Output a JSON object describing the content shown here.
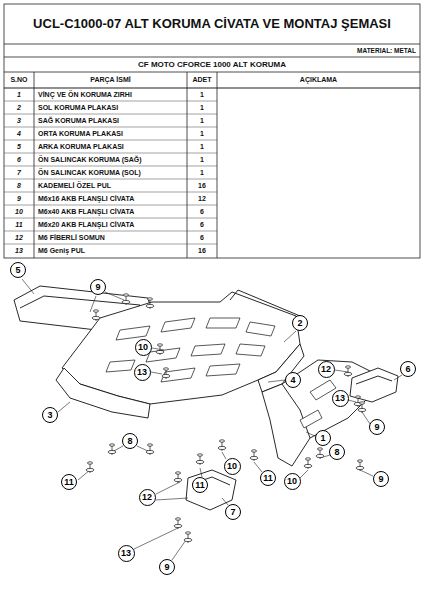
{
  "diagram": {
    "title": "UCL-C1000-07 ALT KORUMA CİVATA VE MONTAJ ŞEMASI",
    "nodes": [
      {
        "text": [
          "5"
        ]
      },
      {
        "text": [
          "9"
        ]
      },
      {
        "text": [
          "2"
        ]
      },
      {
        "text": [
          "10"
        ]
      },
      {
        "text": [
          "12"
        ]
      },
      {
        "text": [
          "6"
        ]
      },
      {
        "text": [
          "13"
        ]
      },
      {
        "text": [
          "4"
        ]
      },
      {
        "text": [
          "13"
        ]
      },
      {
        "text": [
          "3"
        ]
      },
      {
        "text": [
          "9"
        ]
      },
      {
        "text": [
          "1"
        ]
      },
      {
        "text": [
          "8"
        ]
      },
      {
        "text": [
          "8"
        ]
      },
      {
        "text": [
          "10"
        ]
      },
      {
        "text": [
          "10"
        ]
      },
      {
        "text": [
          "11"
        ]
      },
      {
        "text": [
          "11"
        ]
      },
      {
        "text": [
          "11"
        ]
      },
      {
        "text": [
          "9"
        ]
      },
      {
        "text": [
          "12"
        ]
      },
      {
        "text": [
          "7"
        ]
      },
      {
        "text": [
          "13"
        ]
      },
      {
        "text": [
          "9"
        ]
      }
    ],
    "labels": [
      "MATERIAL: METAL",
      "CF MOTO CFORCE 1000 ALT KORUMA",
      "S.NO",
      "PARÇA İSMİ",
      "ADET",
      "AÇIKLAMA",
      "1",
      "VİNÇ VE ÖN KORUMA ZIRHI",
      "1",
      "2",
      "SOL KORUMA PLAKASI",
      "1",
      "3",
      "SAĞ KORUMA PLAKASI",
      "1",
      "4",
      "ORTA KORUMA PLAKASI",
      "1",
      "5",
      "ARKA KORUMA PLAKASI",
      "1",
      "6",
      "ÖN SALINCAK KORUMA (SAĞ)",
      "1",
      "7",
      "ÖN SALINCAK KORUMA (SOL)",
      "1",
      "8",
      "KADEMELİ ÖZEL PUL",
      "16",
      "9",
      "M6x16 AKB FLANŞLI CİVATA",
      "12",
      "10",
      "M6x40 AKB FLANŞLI CİVATA",
      "6",
      "11",
      "M6x20 AKB FLANŞLI CİVATA",
      "6",
      "12",
      "M6 FİBERLİ SOMUN",
      "6",
      "13",
      "M6 Geniş PUL",
      "16"
    ]
  }
}
